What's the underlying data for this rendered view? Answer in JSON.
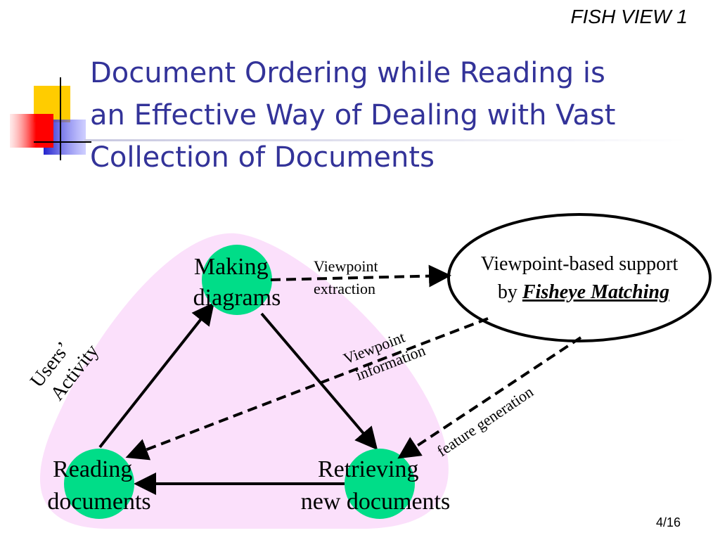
{
  "header": {
    "label": "FISH VIEW 1"
  },
  "title": {
    "lines": [
      "Document Ordering while Reading is",
      "an Effective Way of Dealing with Vast",
      "Collection of Documents"
    ]
  },
  "diagram": {
    "region_label": [
      "Users’",
      "Activity"
    ],
    "nodes": {
      "making": [
        "Making",
        "diagrams"
      ],
      "reading": [
        "Reading",
        "documents"
      ],
      "retrieving": [
        "Retrieving",
        "new documents"
      ]
    },
    "support": {
      "line1": "Viewpoint-based support",
      "line2_prefix": "by ",
      "line2_emphasis": "Fisheye Matching"
    },
    "edge_labels": {
      "extraction": [
        "Viewpoint",
        "extraction"
      ],
      "information": [
        "Viewpoint",
        "information"
      ],
      "feature": "feature generation"
    }
  },
  "colors": {
    "title": "#333399",
    "node_fill": "#00dd88",
    "activity_region": "#fbe0fb"
  },
  "footer": {
    "slide_number": "4/16"
  }
}
